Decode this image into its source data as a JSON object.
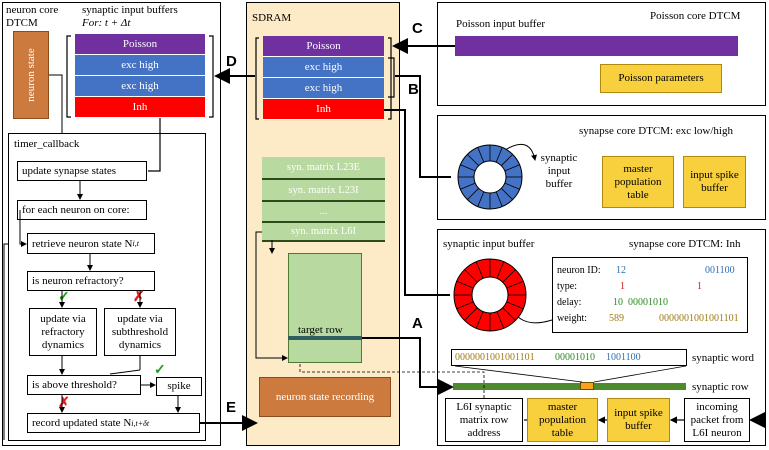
{
  "neuron_core": {
    "title_line1": "neuron core",
    "title_line2": "DTCM",
    "state_label": "neuron state"
  },
  "input_buffers": {
    "title": "synaptic input buffers",
    "subtitle": "For: t + Δt",
    "rows": [
      "Poisson",
      "exc high",
      "exc high",
      "Inh"
    ]
  },
  "timer": {
    "title": "timer_callback",
    "update_synapse": "update synapse states",
    "for_each": "for each neuron on core:",
    "retrieve": "retrieve neuron state N",
    "retrieve_sub": "i,t",
    "refractory_q": "is neuron refractory?",
    "upd_refractory": "update via refractory dynamics",
    "upd_sub": "update via subthreshold dynamics",
    "threshold_q": "is above threshold?",
    "spike": "spike",
    "record": "record updated state N",
    "record_sub": "i,t+δt",
    "check": "✓",
    "cross": "✗"
  },
  "sdram": {
    "title": "SDRAM",
    "rows": [
      "Poisson",
      "exc high",
      "exc high",
      "Inh"
    ],
    "matrices": [
      "syn. matrix L23E",
      "syn. matrix L23I",
      "...",
      "syn. matrix L6I"
    ],
    "target_row": "target row",
    "recording": "neuron state recording"
  },
  "poisson_core": {
    "title": "Poisson core DTCM",
    "input_buffer": "Poisson input buffer",
    "params": "Poisson parameters"
  },
  "exc_core": {
    "title": "synapse core DTCM: exc low/high",
    "ring_label": "synaptic input buffer",
    "master": "master population table",
    "spike_buf": "input spike buffer"
  },
  "inh_core": {
    "title": "synapse core DTCM: Inh",
    "ring_title": "synaptic input buffer",
    "fields": [
      {
        "label": "neuron ID:",
        "a": "12",
        "b": "001100"
      },
      {
        "label": "type:",
        "a": "1",
        "b": "1"
      },
      {
        "label": "delay:",
        "a": "10",
        "b": "00001010"
      },
      {
        "label": "weight:",
        "a": "589",
        "b": "0000001001001101"
      }
    ],
    "word_a": "0000001001001101",
    "word_b1": "00001010",
    "word_b2": "1001100",
    "word_label": "synaptic word",
    "row_label": "synaptic row",
    "l6i": "L6I synaptic matrix row address",
    "master": "master population table",
    "spike_buf": "input spike buffer",
    "incoming": "incoming packet from L6I neuron"
  },
  "arrows": {
    "A": "A",
    "B": "B",
    "C": "C",
    "D": "D",
    "E": "E"
  },
  "colors": {
    "purple": "#7030a0",
    "blue": "#4472c4",
    "red": "#ff0000",
    "orange": "#cc7a3e",
    "sdram_bg": "#fdebc8",
    "yellow": "#f8cf3c",
    "green": "#4e8a2e",
    "light_green": "#b8d9a0"
  }
}
